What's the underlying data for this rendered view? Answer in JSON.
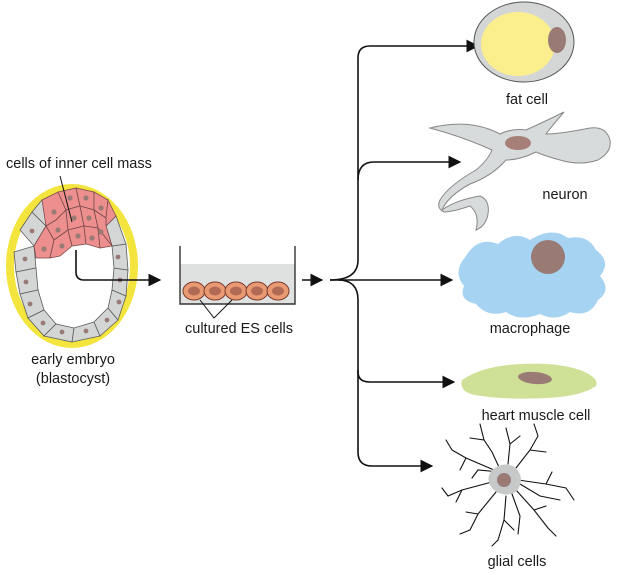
{
  "labels": {
    "inner_cell_mass": "cells of inner cell mass",
    "embryo_line1": "early embryo",
    "embryo_line2": "(blastocyst)",
    "cultured": "cultured ES cells",
    "fat": "fat cell",
    "neuron": "neuron",
    "macrophage": "macrophage",
    "heart": "heart muscle cell",
    "glial": "glial cells"
  },
  "colors": {
    "zona": "#f3e53d",
    "trophoblast": "#d4d6d6",
    "inner_mass": "#ee8f8f",
    "nucleus": "#9a7a75",
    "fat_lipid": "#fbee8d",
    "neuron": "#d8dbdb",
    "macrophage": "#a7d3f2",
    "heart": "#cfe196",
    "orange_cell": "#ea9a72",
    "dish": "#dfe1e1"
  }
}
